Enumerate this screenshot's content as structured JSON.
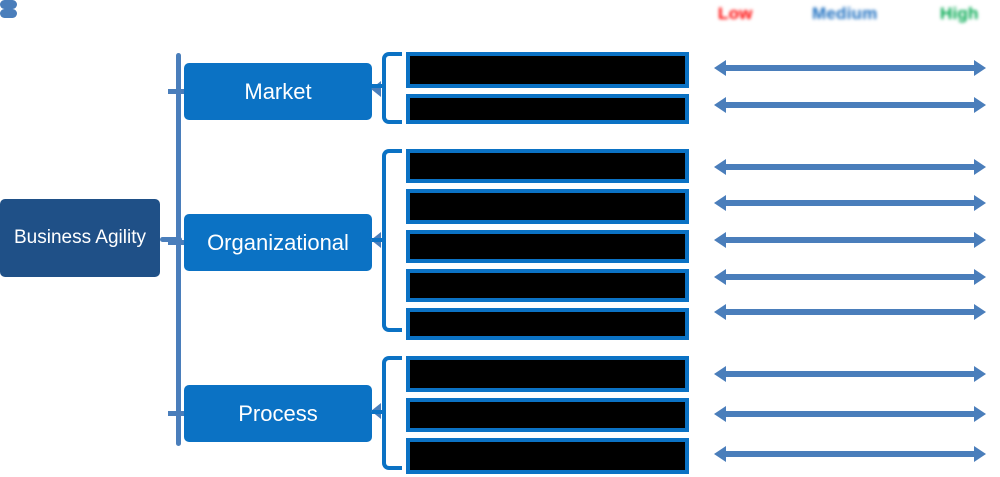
{
  "diagram": {
    "title": "Business Agility breakdown diagram",
    "type": "tree-with-rating-scale",
    "colors": {
      "root_fill": "#1f5087",
      "branch_fill": "#0b72c4",
      "connector": "#4a7ebb",
      "redaction": "#000000",
      "legend_low": "#ff0000",
      "legend_medium": "#1d6fc0",
      "legend_high": "#00a84f",
      "background": "#ffffff"
    }
  },
  "legend": {
    "items": [
      {
        "label": "Low",
        "color": "#ff0000"
      },
      {
        "label": "Medium",
        "color": "#1d6fc0"
      },
      {
        "label": "High",
        "color": "#00a84f"
      }
    ]
  },
  "root": {
    "label": "Business Agility"
  },
  "branches": [
    {
      "id": "market",
      "label": "Market",
      "item_count": 2,
      "items": [
        {
          "text": "",
          "redacted": true
        },
        {
          "text": "",
          "redacted": true
        }
      ]
    },
    {
      "id": "organizational",
      "label": "Organizational",
      "item_count": 5,
      "items": [
        {
          "text": "",
          "redacted": true
        },
        {
          "text": "",
          "redacted": true
        },
        {
          "text": "",
          "redacted": true
        },
        {
          "text": "",
          "redacted": true
        },
        {
          "text": "",
          "redacted": true
        }
      ]
    },
    {
      "id": "process",
      "label": "Process",
      "item_count": 3,
      "items": [
        {
          "text": "",
          "redacted": true
        },
        {
          "text": "",
          "redacted": true
        },
        {
          "text": "",
          "redacted": true
        }
      ]
    }
  ],
  "scales": {
    "description": "Double-headed rating arrow spanning Low to High",
    "count": 10
  }
}
